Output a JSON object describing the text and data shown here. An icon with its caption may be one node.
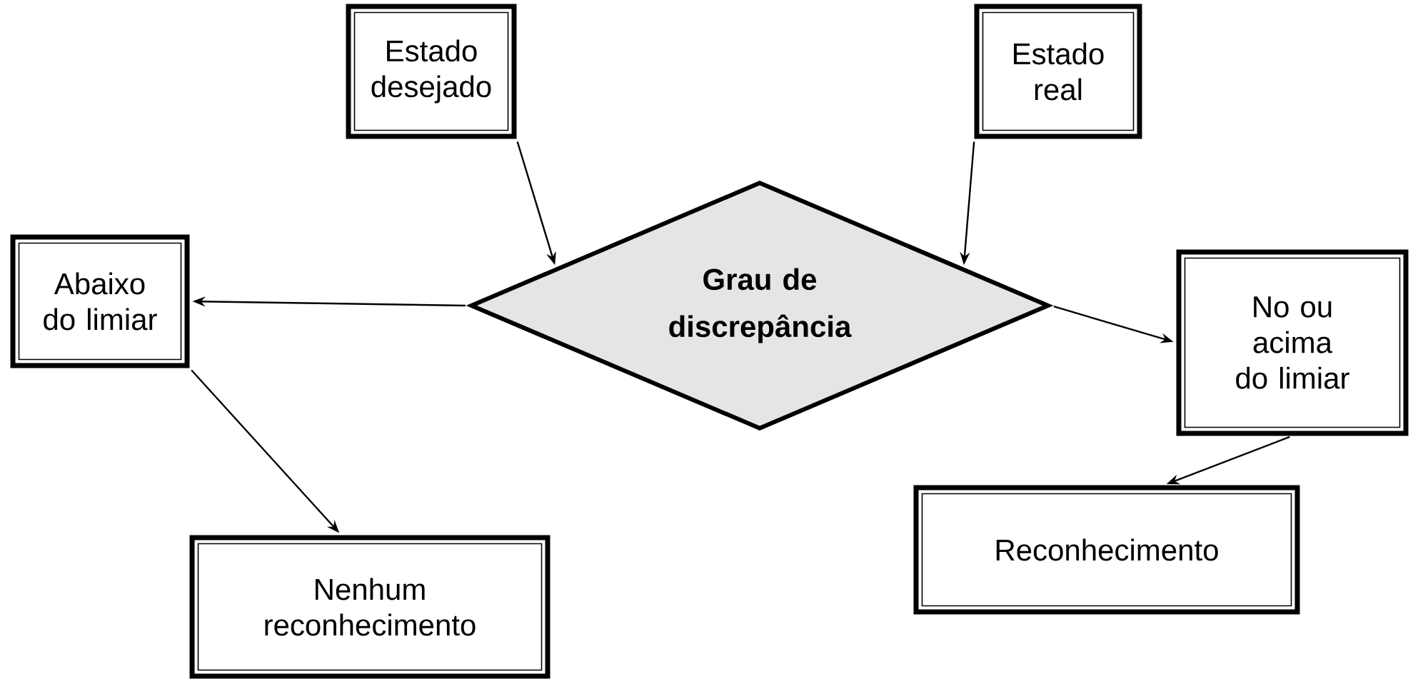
{
  "diagram": {
    "nodes": [
      {
        "text": [
          "Estado desejado"
        ]
      },
      {
        "text": [
          "Estado real"
        ]
      },
      {
        "text": [
          "Grau de discrepância"
        ]
      },
      {
        "text": [
          "Abaixo do limiar"
        ]
      },
      {
        "text": [
          "No ou acima do limiar"
        ]
      },
      {
        "text": [
          "Nenhum reconhecimento"
        ]
      },
      {
        "text": [
          "Reconhecimento"
        ]
      }
    ],
    "edges": [
      {
        "from": 0,
        "to": 2,
        "arrow": "to"
      },
      {
        "from": 1,
        "to": 2,
        "arrow": "to"
      },
      {
        "from": 2,
        "to": 3,
        "arrow": "to"
      },
      {
        "from": 2,
        "to": 4,
        "arrow": "to"
      },
      {
        "from": 3,
        "to": 5,
        "arrow": "to"
      },
      {
        "from": 4,
        "to": 6,
        "arrow": "to"
      }
    ]
  }
}
